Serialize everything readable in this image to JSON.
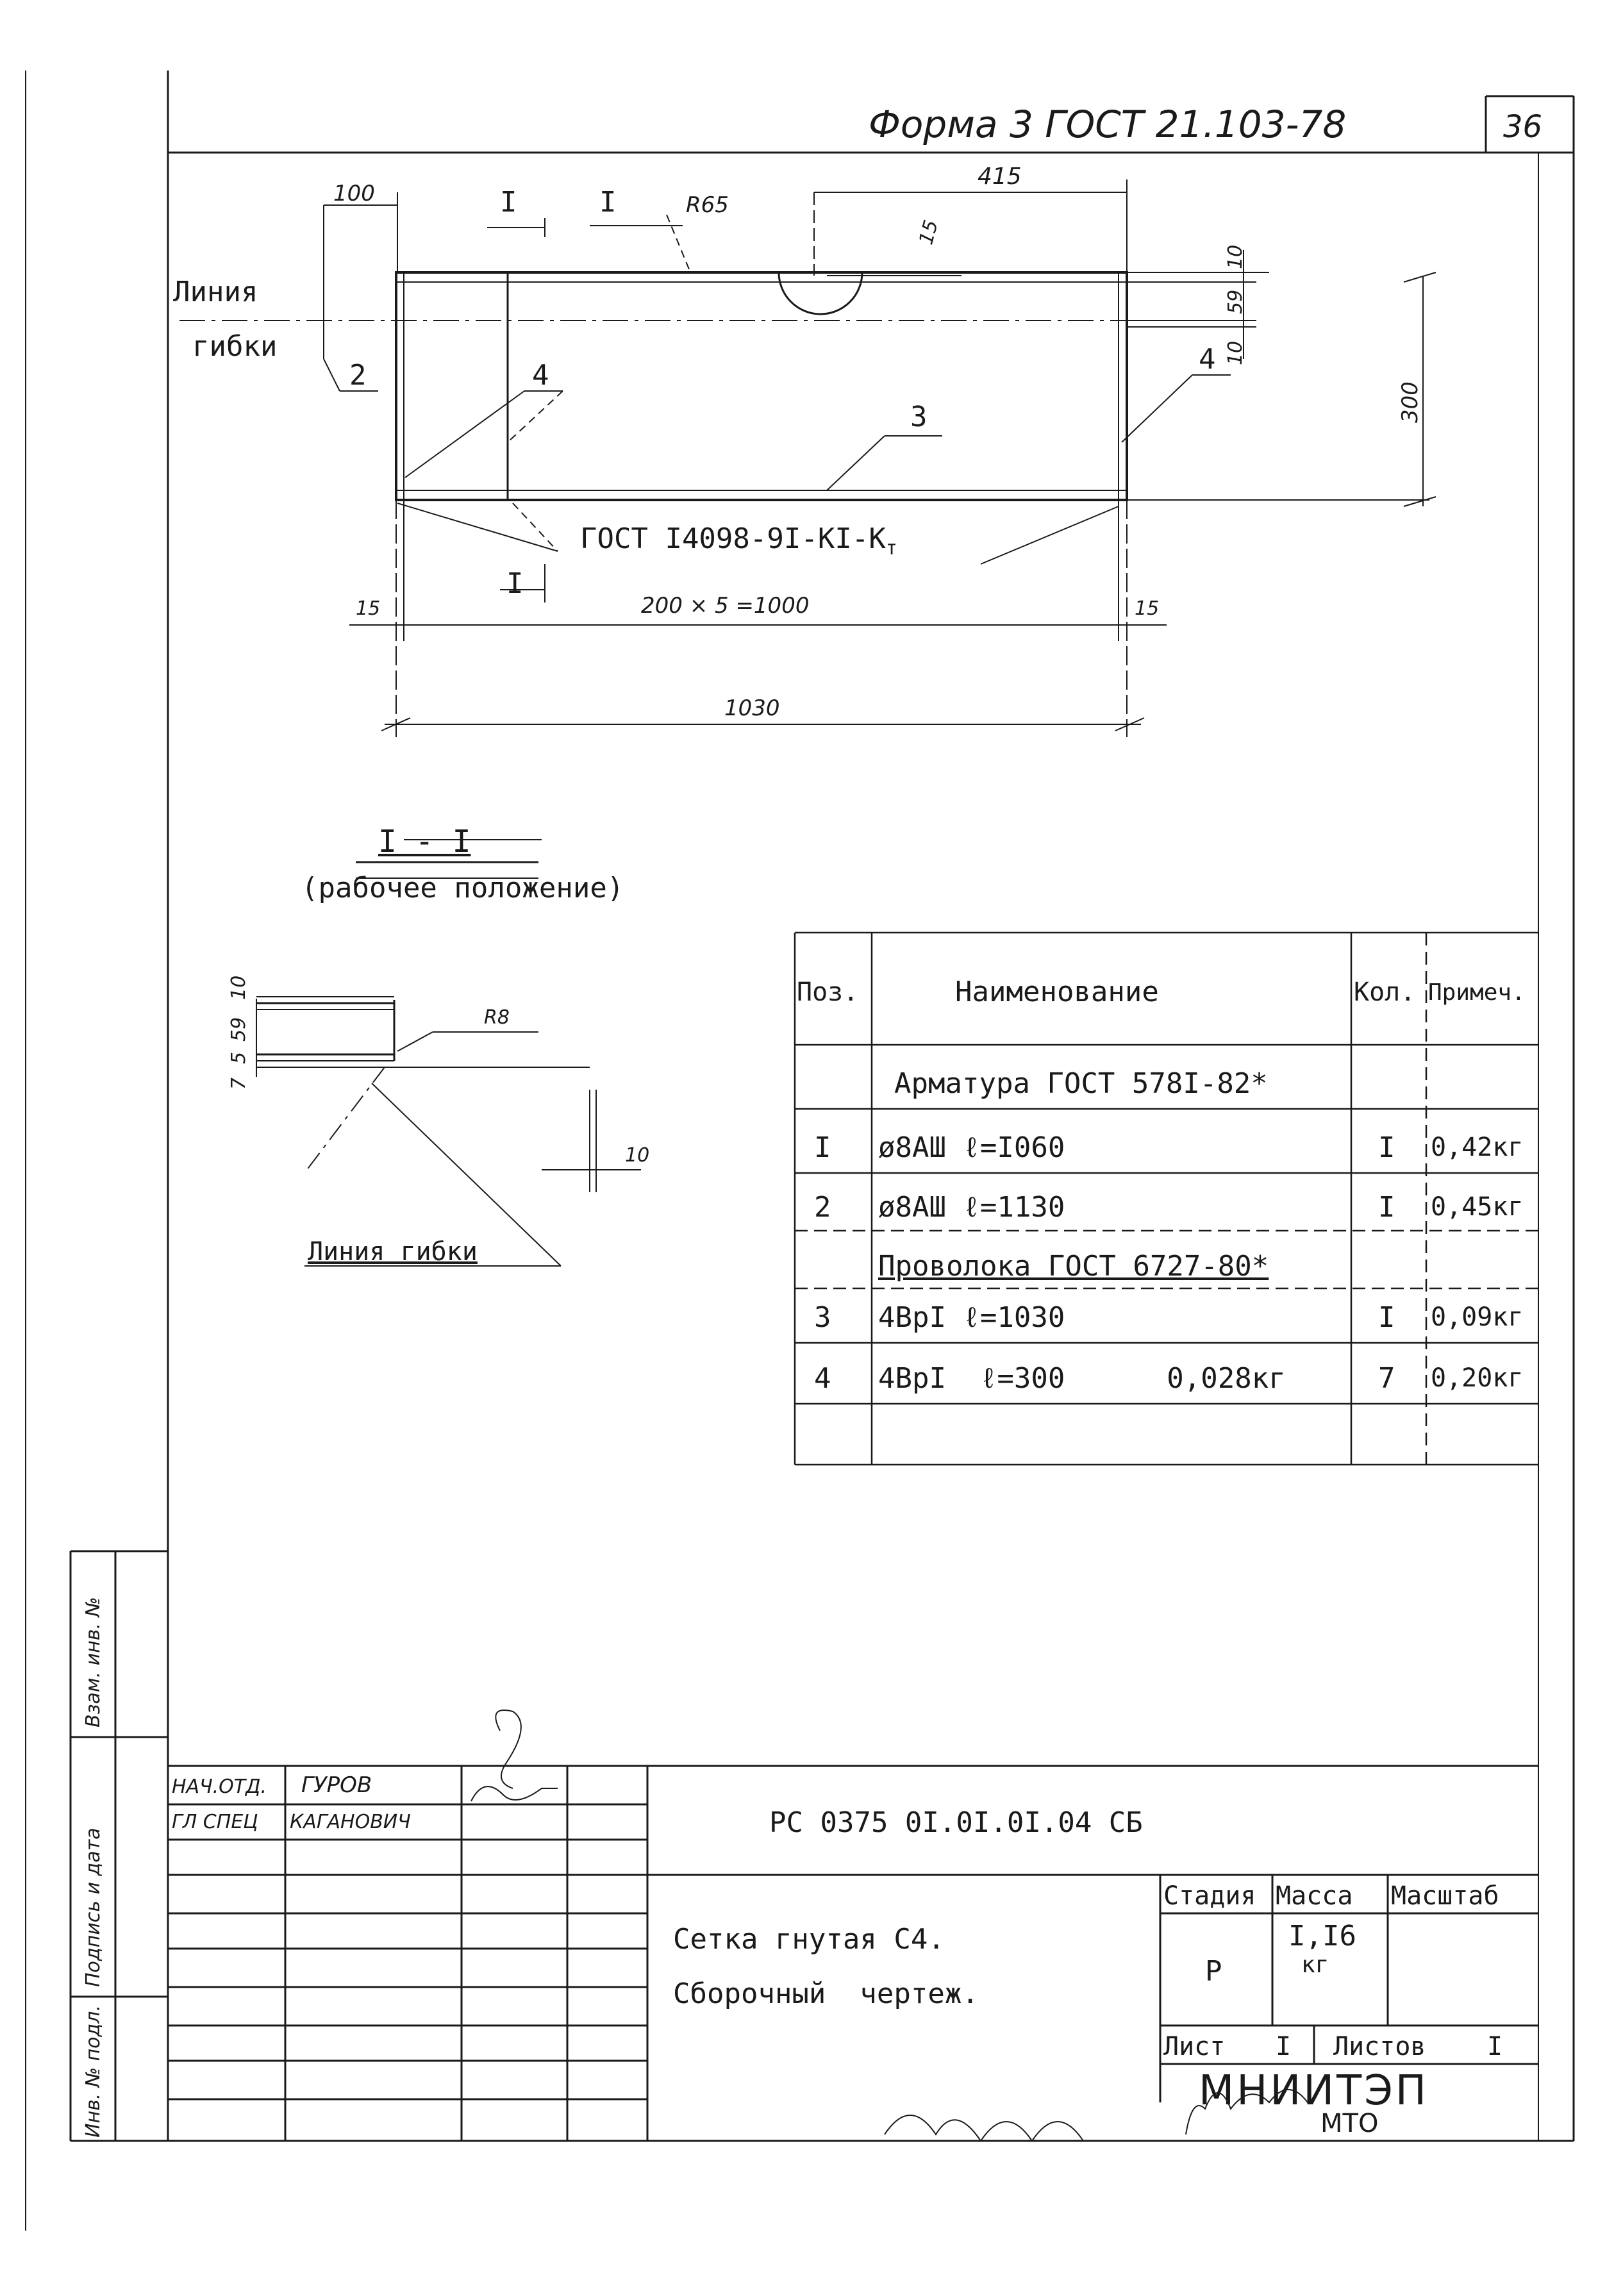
{
  "header": {
    "form": "Форма 3 ГОСТ 21.103-78",
    "sheet_number": "36"
  },
  "plan_view": {
    "label_line1": "Линия",
    "label_line2": "гибки",
    "dim_100": "100",
    "dim_415": "415",
    "dim_R65": "R65",
    "dim_15_top": "15",
    "dim_10_a": "10",
    "dim_59": "59",
    "dim_10_b": "10",
    "dim_300": "300",
    "section_mark_a": "I",
    "section_mark_b": "I",
    "section_mark_c": "I",
    "pos2": "2",
    "pos4_left": "4",
    "pos4_right": "4",
    "pos3": "3",
    "gost_prefix": "ГОСТ I4098-9I-KI-K",
    "gost_sub": "т",
    "dim_15_left": "15",
    "dim_200x5": "200 × 5 =1000",
    "dim_15_right": "15",
    "dim_1030": "1030"
  },
  "section_view": {
    "title": "I - I",
    "subtitle": "(рабочее положение)",
    "dim_10": "10",
    "dim_59": "59",
    "dim_5": "5",
    "dim_7": "7",
    "dim_R8": "R8",
    "dim_10_right": "10",
    "bend_label": "Линия гибки"
  },
  "spec_table": {
    "headers": {
      "pos": "Поз.",
      "name": "Наименование",
      "qty": "Кол.",
      "note": "Примеч."
    },
    "rows": [
      {
        "pos": "",
        "name": "Арматура ГОСТ 578I-82*",
        "qty": "",
        "note": ""
      },
      {
        "pos": "I",
        "name": "ø8АШ  ℓ=I060",
        "qty": "I",
        "note": "0,42кг"
      },
      {
        "pos": "2",
        "name": "ø8АШ  ℓ=1130",
        "qty": "I",
        "note": "0,45кг"
      },
      {
        "pos": "",
        "name": "Проволока ГОСТ 6727-80*",
        "qty": "",
        "note": ""
      },
      {
        "pos": "3",
        "name": "4ВрI  ℓ=1030",
        "qty": "I",
        "note": "0,09кг"
      },
      {
        "pos": "4",
        "name": "4ВрI  ℓ=300      0,028кг",
        "qty": "7",
        "note": "0,20кг"
      }
    ]
  },
  "side_stamp": {
    "vzam": "Взам. инв. №",
    "podpis": "Подпись и дата",
    "inv": "Инв. № подл."
  },
  "title_block": {
    "role1": "НАЧ.ОТД.",
    "name1": "ГУРОВ",
    "role2": "ГЛ СПЕЦ",
    "name2": "КАГАНОВИЧ",
    "doc_code": "РС 0375 0I.0I.0I.04 СБ",
    "title_line1": "Сетка гнутая С4.",
    "title_line2": "Сборочный  чертеж.",
    "stage_header": "Стадия",
    "mass_header": "Масса",
    "scale_header": "Масштаб",
    "stage": "Р",
    "mass_value": "I,I6",
    "mass_unit": "кг",
    "sheet_label": "Лист",
    "sheet_value": "I",
    "sheets_label": "Листов",
    "sheets_value": "I",
    "org": "МНИИТЭП",
    "org_sub": "МТО"
  }
}
